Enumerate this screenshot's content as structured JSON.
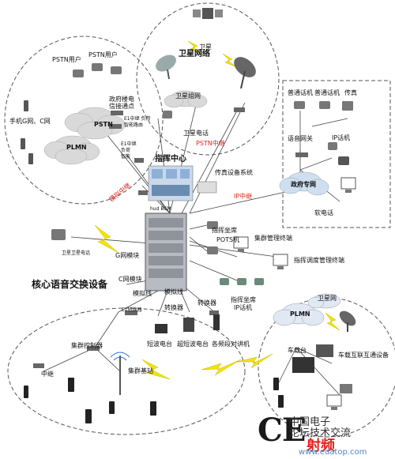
{
  "colors": {
    "red": "#e0241b",
    "line": "#444444",
    "lightning": "#f3e400",
    "cloud": "#d9d9d9",
    "dash": "#555555"
  },
  "satellite": {
    "network_label": "卫星网络",
    "satellite_label": "卫星",
    "satellite_net_label": "卫星组网",
    "sat_phone_label": "卫星电话"
  },
  "pstn": {
    "users_label_1": "PSTN用户",
    "users_label_2": "PSTN用户",
    "cloud_label": "PSTN",
    "plmn_label": "PLMN",
    "mobile_label": "手机G网、C网",
    "gov_point_label_1": "政府楼电",
    "gov_point_label_2": "信接通点",
    "e1_label_1": "E1中继 负荷",
    "e1_label_2": "智能路由",
    "e1_label_3": "E1中继",
    "e1_label_4": "负荷",
    "e1_label_5": "智能"
  },
  "center": {
    "command_center_label": "指挥中心",
    "pstn_trunk_label": "PSTN中继",
    "analog_trunk_label": "模拟中继",
    "ip_trunk_label": "IP中继",
    "fax_system_label": "传真设备系统",
    "hand_label": "hud BCM",
    "core_switch_label": "核心语音交换设备",
    "g_module_label": "G网模块",
    "c_module_label": "C网模块",
    "sat_phone_label": "卫星卫星电话"
  },
  "gov": {
    "phone1_label": "普通话机",
    "phone2_label": "普通话机",
    "fax_label": "传真",
    "voice_gw_label": "语音网关",
    "ip_phone_label": "IP话机",
    "gov_net_label": "政府专网",
    "soft_phone_label": "软电话"
  },
  "dispatch": {
    "seat_label": "指挥坐席",
    "pots_label": "POTS机",
    "cluster_mgmt_label": "集群管理终端",
    "dispatch_mgmt_label": "指挥调度管理终端",
    "ip_seat_label_1": "指挥坐席",
    "ip_seat_label_2": "IP话机"
  },
  "radio": {
    "e1_converter_label": "E1转换器",
    "analog_line_label_1": "模拟线",
    "analog_line_label_2": "模拟线",
    "converter_label_1": "转换器",
    "converter_label_2": "转换器",
    "shortwave_label": "短波电台",
    "ultra_shortwave_label": "超短波电台",
    "walkie_label": "各频段对讲机",
    "cluster_ctrl_label": "集群控制器",
    "relay_label": "中继",
    "cluster_base_label": "集群基站"
  },
  "vehicle": {
    "sat_net_label": "卫星网",
    "plmn_label": "PLMN",
    "vehicle_station_label": "车载台",
    "interconnect_label": "车载互联互通设备"
  },
  "watermark": {
    "logo": "CE",
    "line1": "中国电子",
    "line2": "论坛技术交流",
    "site_cn": "射频",
    "site_url": "www.edatop.com"
  }
}
